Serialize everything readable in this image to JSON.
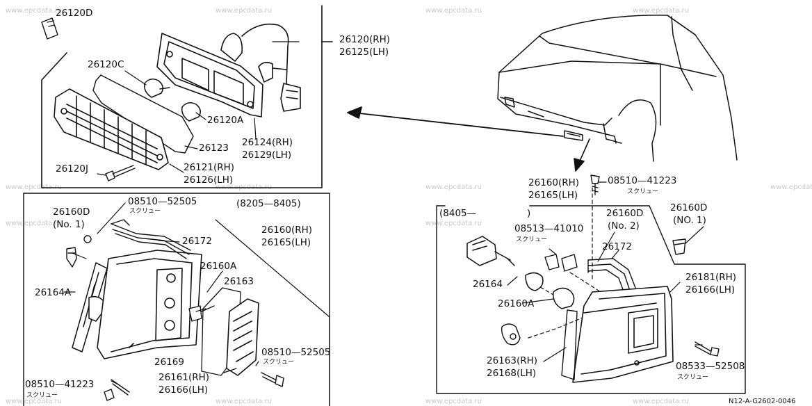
{
  "watermark": "www.epcdata.ru",
  "reference_code": "N12-A-G2602-0046",
  "callouts": {
    "p26120D": "26120D",
    "p26120_rh": "26120(RH)",
    "p26125_lh": "26125(LH)",
    "p26120C": "26120C",
    "p26120A": "26120A",
    "p26123": "26123",
    "p26124_rh": "26124(RH)",
    "p26129_lh": "26129(LH)",
    "p26121_rh": "26121(RH)",
    "p26126_lh": "26126(LH)",
    "p26120J": "26120J",
    "range_top": "(8205—8405)",
    "p08510_52505_a": "08510—52505",
    "screw_a": "スクリュー",
    "p26160D_l": "26160D",
    "no1_l": "(No. 1)",
    "p26160_rh_l": "26160(RH)",
    "p26165_lh_l": "26165(LH)",
    "p26172_l": "26172",
    "p26160A_l": "26160A",
    "p26163_l": "26163",
    "p26164A": "26164A",
    "p26169": "26169",
    "p08510_52505_b": "08510—52505",
    "screw_b": "スクリュー",
    "p26161_rh_l": "26161(RH)",
    "p26166_lh_l": "26166(LH)",
    "p08510_41223_l": "08510—41223",
    "screw_c": "スクリュー",
    "p26160_rh_r": "26160(RH)",
    "p26165_lh_r": "26165(LH)",
    "p08510_41223_r": "08510—41223",
    "screw_d": "スクリュー",
    "range_right": "(8405—",
    "range_right_close": ")",
    "p08513_41010": "08513—41010",
    "screw_e": "スクリュー",
    "p26160D_no2": "26160D",
    "no2": "(No. 2)",
    "p26160D_no1r": "26160D",
    "no1_r": "(NO. 1)",
    "p26172_r": "26172",
    "p26164": "26164",
    "p26181_rh": "26181(RH)",
    "p26166_lh_r": "26166(LH)",
    "p26160A_r": "26160A",
    "p26163_rh": "26163(RH)",
    "p26168_lh": "26168(LH)",
    "p08533_52508": "08533—52508",
    "screw_f": "スクリュー"
  }
}
